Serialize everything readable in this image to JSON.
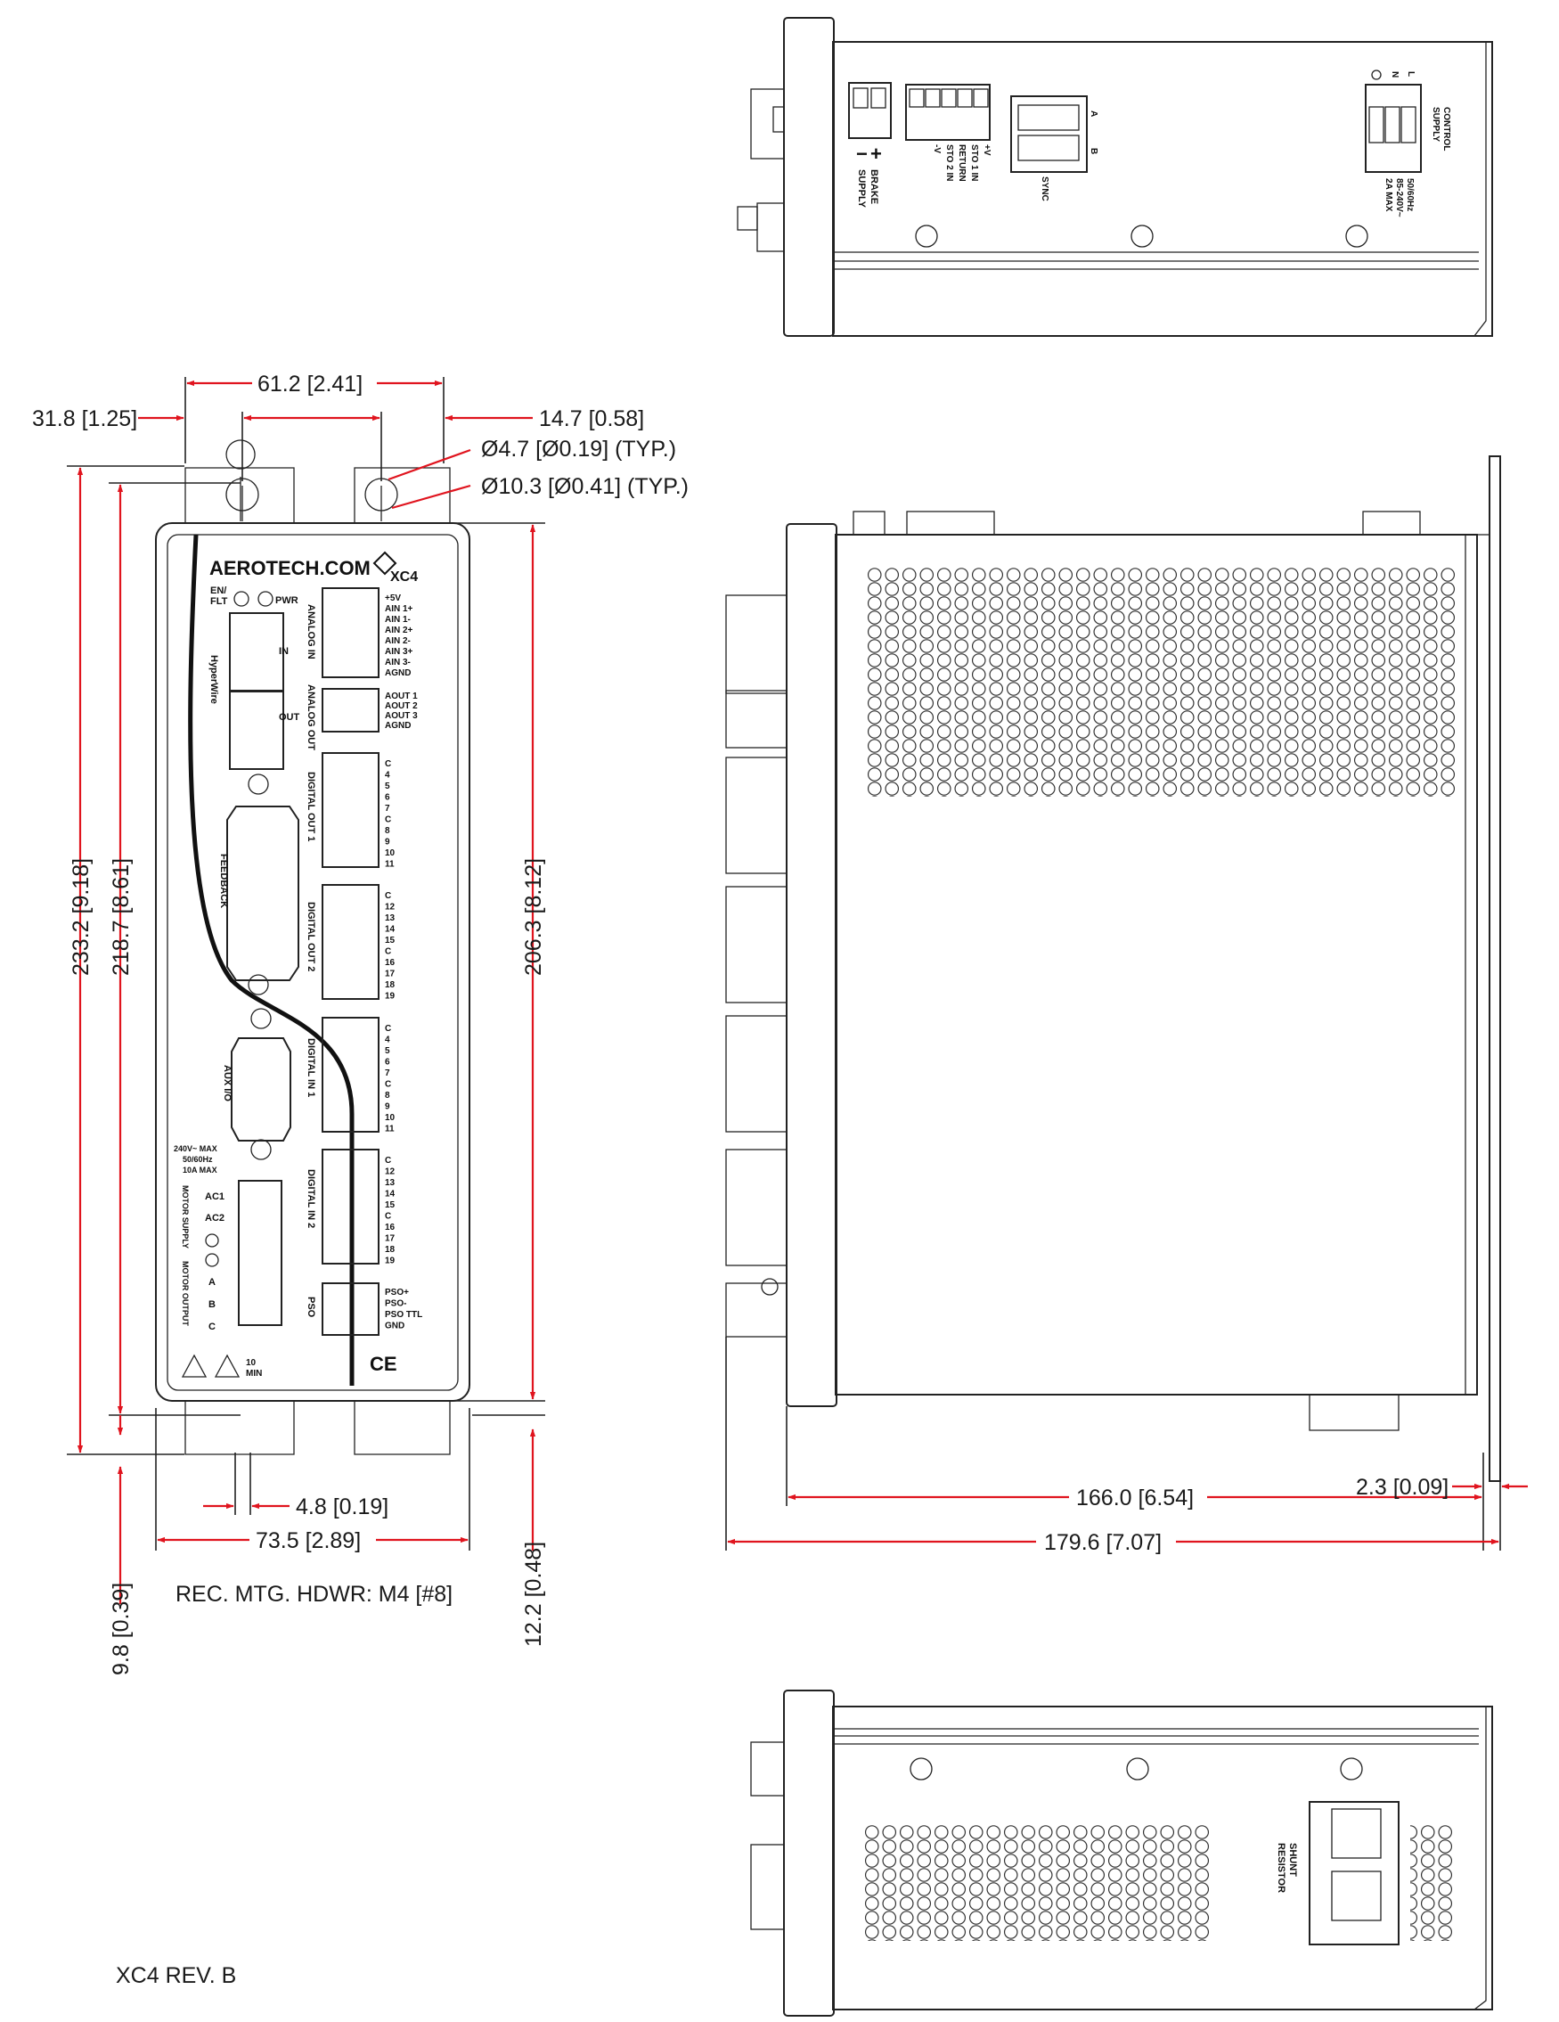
{
  "title_block": {
    "revision": "XC4 REV. B",
    "hardware_note": "REC. MTG. HDWR: M4 [#8]"
  },
  "dimensions": {
    "d_61_2": "61.2 [2.41]",
    "d_31_8": "31.8 [1.25]",
    "d_14_7": "14.7 [0.58]",
    "d_hole_small": "Ø4.7 [Ø0.19] (TYP.)",
    "d_hole_large": "Ø10.3 [Ø0.41] (TYP.)",
    "d_233_2": "233.2 [9.18]",
    "d_218_7": "218.7 [8.61]",
    "d_206_3": "206.3 [8.12]",
    "d_4_8": "4.8 [0.19]",
    "d_73_5": "73.5 [2.89]",
    "d_9_8": "9.8 [0.39]",
    "d_12_2": "12.2 [0.48]",
    "d_166_0": "166.0 [6.54]",
    "d_179_6": "179.6 [7.07]",
    "d_2_3": "2.3 [0.09]"
  },
  "front_panel": {
    "brand": "AEROTECH.COM",
    "model": "XC4",
    "led_en_flt_1": "EN/",
    "led_en_flt_2": "FLT",
    "led_pwr": "PWR",
    "hyperwire": "HyperWire",
    "hw_in": "IN",
    "hw_out": "OUT",
    "feedback": "FEEDBACK",
    "aux_io": "AUX I/O",
    "analog_in": "ANALOG IN",
    "analog_out": "ANALOG OUT",
    "digital_out_1": "DIGITAL OUT 1",
    "digital_out_2": "DIGITAL OUT 2",
    "digital_in_1": "DIGITAL IN 1",
    "digital_in_2": "DIGITAL IN 2",
    "pso": "PSO",
    "analog_in_pins": [
      "+5V",
      "AIN 1+",
      "AIN 1-",
      "AIN 2+",
      "AIN 2-",
      "AIN 3+",
      "AIN 3-",
      "AGND"
    ],
    "analog_out_pins": [
      "AOUT 1",
      "AOUT 2",
      "AOUT 3",
      "AGND"
    ],
    "digital_out_1_pins": [
      "C",
      "4",
      "5",
      "6",
      "7",
      "C",
      "8",
      "9",
      "10",
      "11"
    ],
    "digital_out_2_pins": [
      "C",
      "12",
      "13",
      "14",
      "15",
      "C",
      "16",
      "17",
      "18",
      "19"
    ],
    "digital_in_1_pins": [
      "C",
      "4",
      "5",
      "6",
      "7",
      "C",
      "8",
      "9",
      "10",
      "11"
    ],
    "digital_in_2_pins": [
      "C",
      "12",
      "13",
      "14",
      "15",
      "C",
      "16",
      "17",
      "18",
      "19"
    ],
    "pso_pins": [
      "PSO+",
      "PSO-",
      "PSO TTL",
      "GND"
    ],
    "rating_1": "240V~ MAX",
    "rating_2": "50/60Hz",
    "rating_3": "10A MAX",
    "motor_supply": "MOTOR SUPPLY",
    "motor_output": "MOTOR OUTPUT",
    "ac1": "AC1",
    "ac2": "AC2",
    "phase_a": "A",
    "phase_b": "B",
    "phase_c": "C",
    "wait_1": "10",
    "wait_2": "MIN",
    "ce_mark": "CE"
  },
  "top_view": {
    "brake_supply_1": "BRAKE",
    "brake_supply_2": "SUPPLY",
    "sto_labels": [
      "+V",
      "STO 1 IN",
      "RETURN",
      "STO 2 IN",
      "-V"
    ],
    "sync": "SYNC",
    "sync_a": "A",
    "sync_b": "B",
    "ctrl_terms": [
      "L",
      "N"
    ],
    "control_supply_1": "CONTROL",
    "control_supply_2": "SUPPLY",
    "ctrl_rating_1": "50/60Hz",
    "ctrl_rating_2": "85-240V~",
    "ctrl_rating_3": "2A MAX"
  },
  "bottom_view": {
    "shunt_1": "SHUNT",
    "shunt_2": "RESISTOR"
  }
}
